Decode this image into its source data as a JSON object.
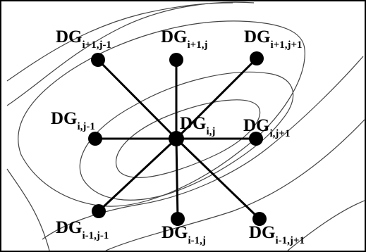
{
  "diagram": {
    "nodes": [
      {
        "id": "tl",
        "base": "DG",
        "sub": "i+1,j-1"
      },
      {
        "id": "tc",
        "base": "DG",
        "sub": "i+1,j"
      },
      {
        "id": "tr",
        "base": "DG",
        "sub": "i+1,j+1"
      },
      {
        "id": "ml",
        "base": "DG",
        "sub": "i,j-1"
      },
      {
        "id": "c",
        "base": "DG",
        "sub": "i,j"
      },
      {
        "id": "mr",
        "base": "DG",
        "sub": "i,j+1"
      },
      {
        "id": "bl",
        "base": "DG",
        "sub": "i-1,j-1"
      },
      {
        "id": "bc",
        "base": "DG",
        "sub": "i-1,j"
      },
      {
        "id": "br",
        "base": "DG",
        "sub": "i-1,j+1"
      }
    ]
  }
}
